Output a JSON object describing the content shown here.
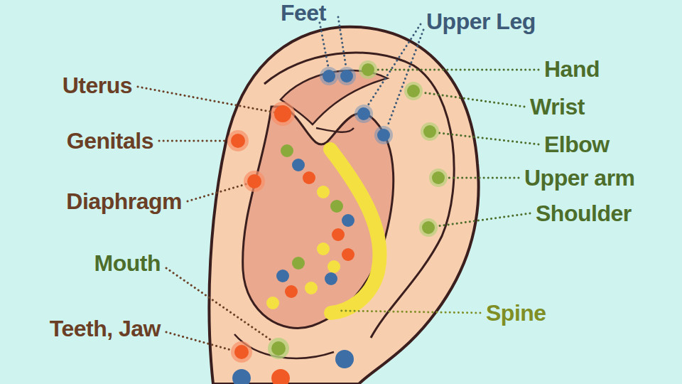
{
  "diagram": {
    "labels": [
      "Feet",
      "Upper Leg",
      "Uterus",
      "Genitals",
      "Diaphragm",
      "Mouth",
      "Teeth, Jaw",
      "Hand",
      "Wrist",
      "Elbow",
      "Upper arm",
      "Shoulder",
      "Spine"
    ]
  }
}
